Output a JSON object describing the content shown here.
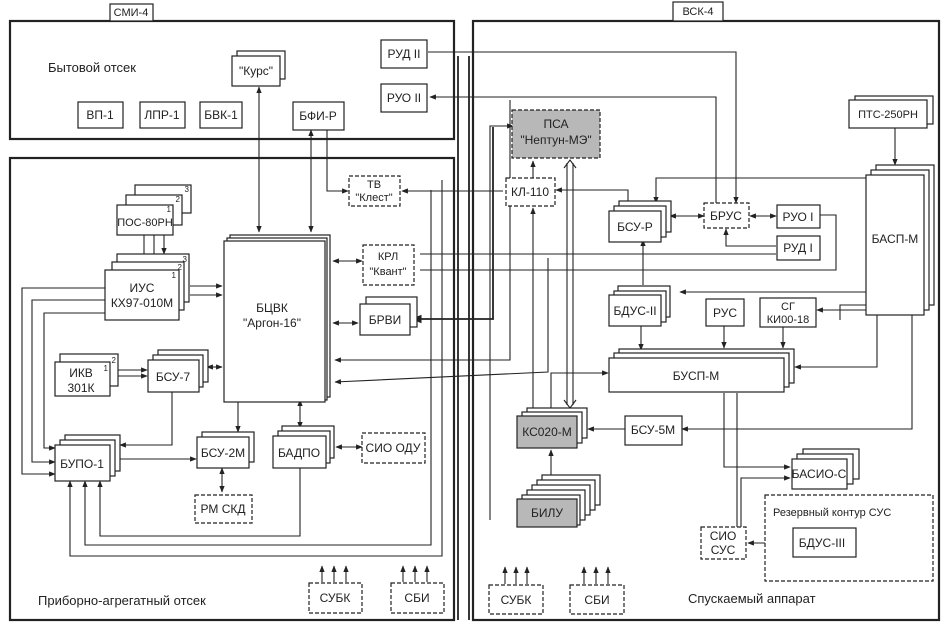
{
  "sections": {
    "smi_tag": "СМИ-4",
    "vsk_tag": "ВСК-4",
    "bytovoy": "Бытовой отсек",
    "pribornyi": "Приборно-агрегатный отсек",
    "spuskaemyi": "Спускаемый аппарат",
    "reserve": "Резервный контур СУС"
  },
  "blocks": {
    "vp1": "ВП-1",
    "lpr1": "ЛПР-1",
    "bvk1": "БВК-1",
    "kurs": "\"Курс\"",
    "bfi": "БФИ-Р",
    "rud2": "РУД II",
    "ruo2": "РУО II",
    "pos_num1": "1",
    "pos_num2": "2",
    "pos_num3": "3",
    "pos": "ПОС-80РН",
    "ius_l1": "ИУС",
    "ius_l2": "КХ97-010М",
    "ius_num1": "1",
    "ius_num2": "2",
    "ius_num3": "3",
    "ikv_l1": "ИКВ",
    "ikv_l2": "301К",
    "ikv_num1": "1",
    "ikv_num2": "2",
    "bsu7": "БСУ-7",
    "bcvk_l1": "БЦВК",
    "bcvk_l2": "\"Аргон-16\"",
    "tv_l1": "ТВ",
    "tv_l2": "\"Клест\"",
    "krl_l1": "КРЛ",
    "krl_l2": "\"Квант\"",
    "brvi": "БРВИ",
    "bupo": "БУПО-1",
    "bsu2m": "БСУ-2М",
    "badpo": "БАДПО",
    "sio_odu": "СИО ОДУ",
    "rm_skd": "РМ СКД",
    "subk1": "СУБК",
    "sbi1": "СБИ",
    "psa_l1": "ПСА",
    "psa_l2": "\"Нептун-МЭ\"",
    "kl110": "КЛ-110",
    "pts": "ПТС-250РН",
    "bsur": "БСУ-Р",
    "brus": "БРУС",
    "ruo1": "РУО I",
    "rud1": "РУД I",
    "basp": "БАСП-М",
    "bdus2": "БДУС-II",
    "rus": "РУС",
    "sg_l1": "СГ",
    "sg_l2": "КИ00-18",
    "busp": "БУСП-М",
    "ks020": "КС020-М",
    "bsu5m": "БСУ-5М",
    "bilu": "БИЛУ",
    "basio": "БАСИО-С",
    "sio_sus_l1": "СИО",
    "sio_sus_l2": "СУС",
    "bdus3": "БДУС-III",
    "subk2": "СУБК",
    "sbi2": "СБИ"
  }
}
